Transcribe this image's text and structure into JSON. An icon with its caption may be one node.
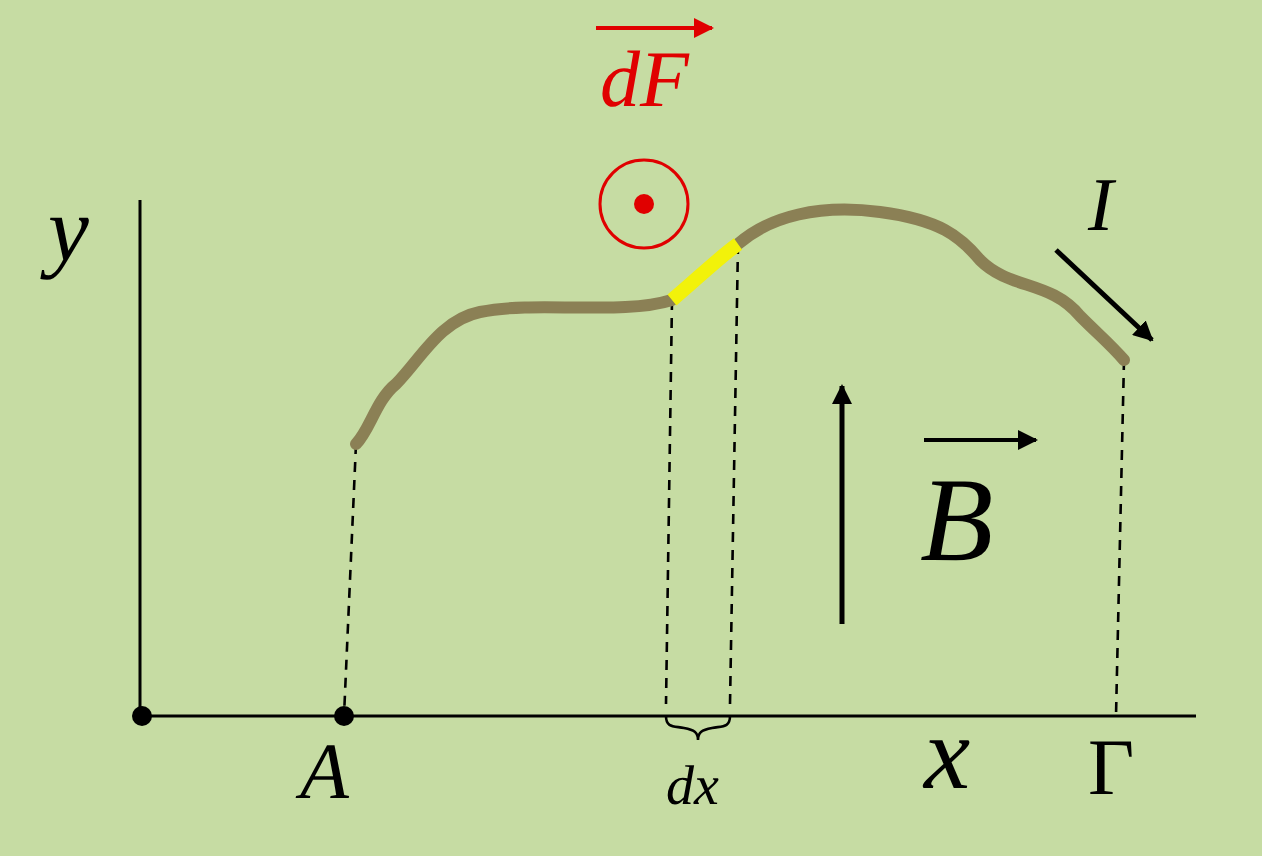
{
  "diagram": {
    "labels": [
      "dF",
      "y",
      "I",
      "B",
      "A",
      "dx",
      "x",
      "Γ"
    ]
  }
}
